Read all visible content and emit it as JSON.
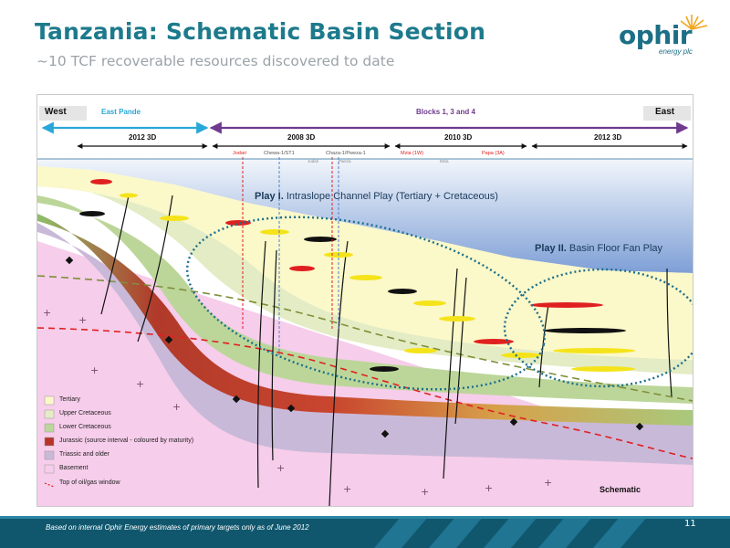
{
  "slide": {
    "title": "Tanzania: Schematic Basin Section",
    "subtitle": "~10 TCF recoverable resources discovered to date",
    "logo_text": "ophir",
    "logo_subtext": "energy plc",
    "footer_note": "Based on internal Ophir Energy estimates of primary targets only as of June 2012",
    "page_number": "11"
  },
  "section": {
    "west_label": "West",
    "east_label": "East",
    "east_pande_label": "East Pande",
    "blocks_label": "Blocks 1, 3 and 4",
    "surveys": [
      "2012 3D",
      "2008 3D",
      "2010 3D",
      "2012 3D"
    ],
    "wells": [
      "Jodari",
      "Chewa-1/ST1",
      "Chaza-1/Pweza-1",
      "Mzia (1W)",
      "Papa (3A)"
    ],
    "minor_wells": [
      "Jodari",
      "Pweza",
      "Mzia"
    ],
    "play1_bold": "Play I.",
    "play1_text": " Intraslope Channel Play (Tertiary + Cretaceous)",
    "play2_bold": "Play II.",
    "play2_text": " Basin Floor Fan Play",
    "schematic_label": "Schematic",
    "colors": {
      "tertiary": "#fbf8c9",
      "upper_cretaceous": "#e3ecc4",
      "lower_cretaceous": "#bcd69a",
      "jurassic": "#b7332a",
      "triassic": "#c9b9d9",
      "basement": "#f6cdea",
      "blue_arrow": "#2aa7d9",
      "purple_arrow": "#6f3a8f"
    }
  },
  "legend": [
    {
      "label": "Tertiary"
    },
    {
      "label": "Upper Cretaceous"
    },
    {
      "label": "Lower Cretaceous"
    },
    {
      "label": "Jurassic (source interval - coloured by maturity)"
    },
    {
      "label": "Triassic and older"
    },
    {
      "label": "Basement"
    },
    {
      "label": "Top of oil/gas window"
    }
  ]
}
